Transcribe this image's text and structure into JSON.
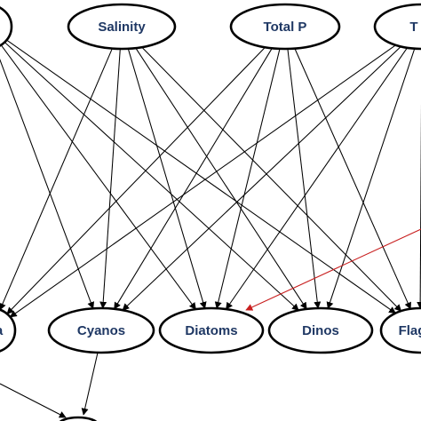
{
  "diagram": {
    "type": "directed-graph",
    "colors": {
      "node_text": "#1f3864",
      "node_border": "#000000",
      "edge": "#000000",
      "highlighted_edge": "#c81e1e"
    },
    "nodes": [
      {
        "id": "top-left",
        "label": ""
      },
      {
        "id": "salinity",
        "label": "Salinity"
      },
      {
        "id": "total-p",
        "label": "Total P"
      },
      {
        "id": "top-right",
        "label": "T"
      },
      {
        "id": "bottom-left",
        "label": "a"
      },
      {
        "id": "cyanos",
        "label": "Cyanos"
      },
      {
        "id": "diatoms",
        "label": "Diatoms"
      },
      {
        "id": "dinos",
        "label": "Dinos"
      },
      {
        "id": "flag",
        "label": "Flag"
      },
      {
        "id": "sink",
        "label": ""
      }
    ],
    "edges": [
      {
        "from": "salinity",
        "to": "bottom-left"
      },
      {
        "from": "salinity",
        "to": "cyanos"
      },
      {
        "from": "salinity",
        "to": "diatoms"
      },
      {
        "from": "salinity",
        "to": "dinos"
      },
      {
        "from": "salinity",
        "to": "flag"
      },
      {
        "from": "total-p",
        "to": "bottom-left"
      },
      {
        "from": "total-p",
        "to": "cyanos"
      },
      {
        "from": "total-p",
        "to": "diatoms"
      },
      {
        "from": "total-p",
        "to": "dinos"
      },
      {
        "from": "total-p",
        "to": "flag"
      },
      {
        "from": "top-right",
        "to": "bottom-left"
      },
      {
        "from": "top-right",
        "to": "cyanos"
      },
      {
        "from": "top-right",
        "to": "diatoms"
      },
      {
        "from": "top-right",
        "to": "dinos"
      },
      {
        "from": "top-right",
        "to": "flag"
      },
      {
        "from": "top-left",
        "to": "bottom-left"
      },
      {
        "from": "top-left",
        "to": "cyanos"
      },
      {
        "from": "top-left",
        "to": "diatoms"
      },
      {
        "from": "top-left",
        "to": "dinos"
      },
      {
        "from": "top-left",
        "to": "flag"
      },
      {
        "from": "bottom-left",
        "to": "sink"
      },
      {
        "from": "cyanos",
        "to": "sink"
      },
      {
        "from": "flag",
        "to": "diatoms",
        "highlighted": true
      }
    ]
  }
}
